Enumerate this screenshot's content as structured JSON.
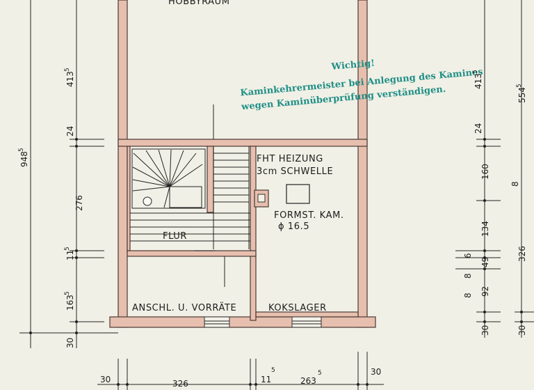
{
  "rooms": {
    "hobbyraum": "HOBBYRAUM",
    "flur": "FLUR",
    "heizung_1": "FHT HEIZUNG",
    "heizung_2": "3cm SCHWELLE",
    "kamin_1": "FORMST. KAM.",
    "kamin_2": "ϕ  16.5",
    "vorraete": "ANSCHL. U. VORRÄTE",
    "kokslager": "KOKSLAGER"
  },
  "stamp": {
    "line1": "Wichtig!",
    "line2": "Kaminkehrermeister bei Anlegung des Kamines",
    "line3": "wegen Kaminüberprüfung verständigen."
  },
  "dims_left": {
    "total": "948",
    "total_sup": "5",
    "d1": "413",
    "d1_sup": "5",
    "d2": "24",
    "d3": "276",
    "d4": "11",
    "d4_sup": "5",
    "d5": "163",
    "d5_sup": "5",
    "d6": "30"
  },
  "dims_right": {
    "d1": "413",
    "d1_sup": "5",
    "d2": "24",
    "d3": "160",
    "d4": "134",
    "d5": "49",
    "d6": "92",
    "d7": "30",
    "side_a": "8",
    "side_b": "6",
    "side_c": "8"
  },
  "dims_far_right": {
    "d1": "554",
    "d1_sup": "5",
    "d2": "8",
    "d3": "326",
    "d4": "30"
  },
  "dims_bottom": {
    "d1": "30",
    "d2": "326",
    "d3": "11",
    "d3_sup": "5",
    "d4": "263",
    "d4_sup": "5",
    "d5": "30"
  }
}
